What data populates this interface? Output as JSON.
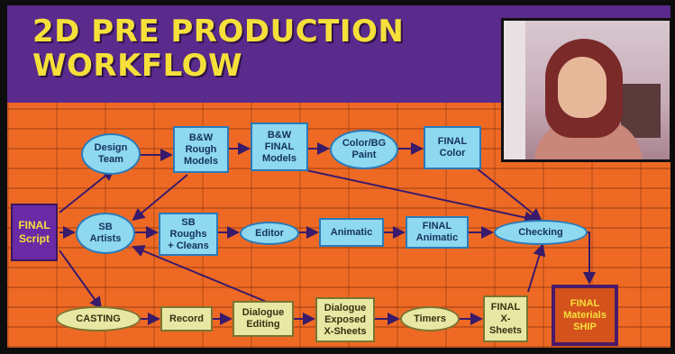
{
  "slide": {
    "title_line1": "2D PRE PRODUCTION",
    "title_line2": "WORKFLOW"
  },
  "nodes": {
    "final_script": "FINAL\nScript",
    "design_team": "Design\nTeam",
    "bw_rough": "B&W\nRough\nModels",
    "bw_final": "B&W\nFINAL\nModels",
    "color_bg": "Color/BG\nPaint",
    "final_color": "FINAL\nColor",
    "sb_artists": "SB\nArtists",
    "sb_roughs": "SB\nRoughs\n+ Cleans",
    "editor": "Editor",
    "animatic": "Animatic",
    "final_animatic": "FINAL\nAnimatic",
    "checking": "Checking",
    "casting": "CASTING",
    "record": "Record",
    "dialogue_editing": "Dialogue\nEditing",
    "dialogue_exposed": "Dialogue\nExposed\nX-Sheets",
    "timers": "Timers",
    "final_xsheets": "FINAL\nX-\nSheets",
    "final_materials": "FINAL\nMaterials\nSHIP"
  },
  "colors": {
    "header_purple": "#5a2a8c",
    "title_yellow": "#f5e03a",
    "brick_orange": "#ee6a24",
    "node_blue": "#8ed8f0",
    "node_yellow": "#e8e7a4",
    "arrow_purple": "#3a1a6a"
  }
}
